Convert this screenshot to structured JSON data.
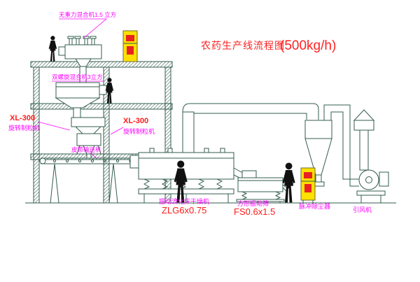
{
  "title": {
    "cn": "农药生产线流程图",
    "capacity": "(500kg/h)"
  },
  "labels": {
    "gravity_mixer": "无重力混合机1.5 立方",
    "spiral_mixer": "双螺旋混合机3立方",
    "granulator_left_model": "XL-300",
    "granulator_left_name": "旋转制粒机",
    "granulator_mid_model": "XL-300",
    "granulator_mid_name": "旋转制粒机",
    "belt_conveyor": "皮带输送机",
    "dryer_name": "振动流化床干燥机",
    "dryer_model": "ZLG6x0.75",
    "sieve_name": "方形振动筛",
    "sieve_model": "FS0.6x1.5",
    "dust_collector": "脉冲除尘器",
    "fan": "引风机"
  },
  "colors": {
    "structure_line": "#335c4d",
    "label_magenta": "#ff00ff",
    "label_red": "#ff1b1b",
    "title_red": "#ff2222",
    "panel_yellow": "#ffe000",
    "panel_mark_red": "#e82222",
    "background": "#ffffff"
  }
}
